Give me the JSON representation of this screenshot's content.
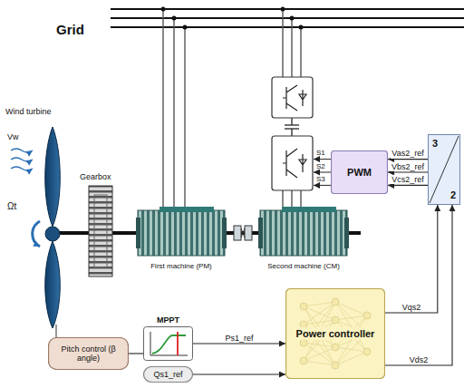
{
  "diagram": {
    "nodes": [
      {
        "text": [
          "3",
          "2"
        ]
      },
      {
        "text": [
          "PWM"
        ]
      },
      {
        "text": [
          "First machine (PM)"
        ]
      },
      {
        "text": [
          "Second machine (CM)"
        ]
      },
      {
        "text": [
          "Power controller"
        ]
      },
      {
        "text": [
          "Pitch control (β angle)"
        ]
      },
      {
        "text": [
          "MPPT"
        ]
      },
      {
        "text": [
          "Qs1_ref"
        ]
      }
    ],
    "edges": [
      {
        "from": 5,
        "to": 6,
        "arrow": "none"
      },
      {
        "from": 6,
        "to": 4,
        "label": "Ps1_ref",
        "arrow": "to"
      },
      {
        "from": 7,
        "to": 4,
        "arrow": "to"
      },
      {
        "from": 4,
        "to": 0,
        "label": "Vqs2",
        "arrow": "to"
      },
      {
        "from": 4,
        "to": 0,
        "label": "Vds2",
        "arrow": "to"
      },
      {
        "from": 0,
        "to": 1,
        "label": "Vas2_ref",
        "arrow": "to"
      },
      {
        "from": 0,
        "to": 1,
        "label": "Vbs2_ref",
        "arrow": "to"
      },
      {
        "from": 0,
        "to": 1,
        "label": "Vcs2_ref",
        "arrow": "to"
      }
    ],
    "labels": [
      "Grid",
      "Wind turbine",
      "Vw",
      "Ωt",
      "Gearbox",
      "S1",
      "S2",
      "S3"
    ]
  }
}
